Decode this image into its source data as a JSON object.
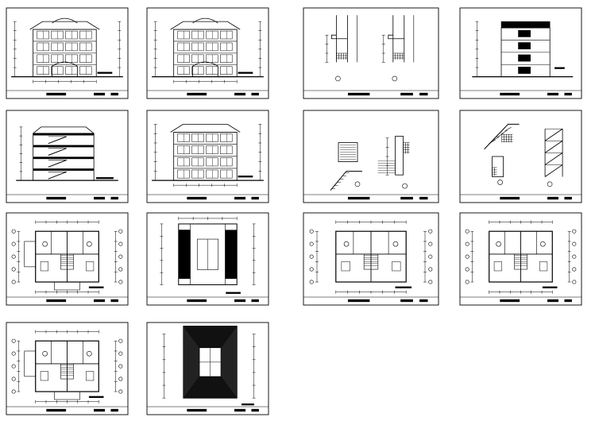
{
  "sheet_set": {
    "sheets": [
      {
        "kind": "front-elevation"
      },
      {
        "kind": "rear-elevation"
      },
      {
        "kind": "wall-details"
      },
      {
        "kind": "side-elevation"
      },
      {
        "kind": "section-stair"
      },
      {
        "kind": "side-elevation-2"
      },
      {
        "kind": "stair-details"
      },
      {
        "kind": "roof-stair-details"
      },
      {
        "kind": "floor-plan"
      },
      {
        "kind": "roof-plan"
      },
      {
        "kind": "floor-plan-2"
      },
      {
        "kind": "floor-plan-3"
      },
      {
        "kind": "floor-plan-4"
      },
      {
        "kind": "roof-plan-2"
      }
    ]
  }
}
